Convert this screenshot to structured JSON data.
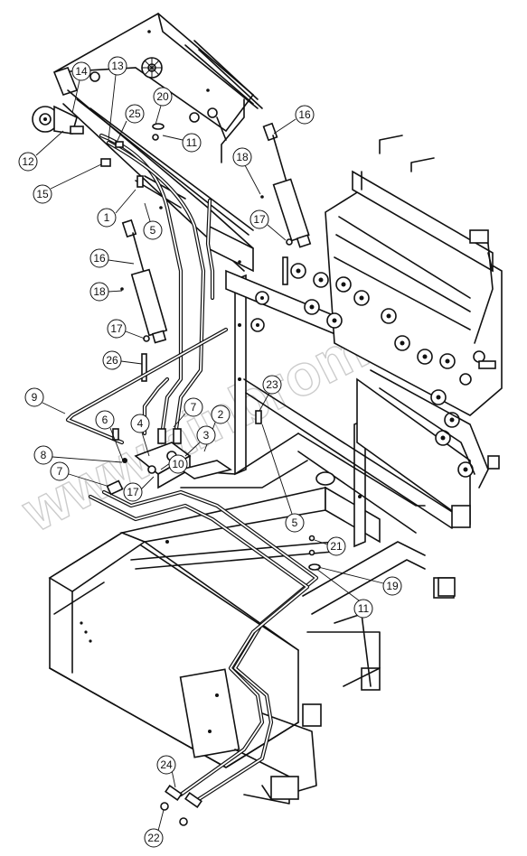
{
  "watermark": "www.ainbrom.com",
  "callouts": [
    "1",
    "2",
    "3",
    "4",
    "5",
    "5",
    "6",
    "7",
    "7",
    "8",
    "9",
    "10",
    "11",
    "11",
    "12",
    "13",
    "14",
    "15",
    "16",
    "16",
    "17",
    "17",
    "17",
    "18",
    "18",
    "19",
    "20",
    "21",
    "22",
    "23",
    "24",
    "25",
    "26"
  ]
}
